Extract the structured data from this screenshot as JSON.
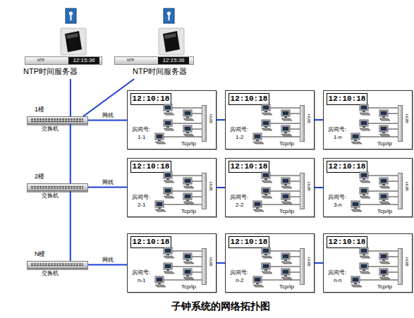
{
  "diagram": {
    "caption": "子钟系统的网络拓扑图",
    "nodes": [
      {
        "text": [
          "NTP",
          "12:15:36",
          "NTP时间服务器"
        ]
      },
      {
        "text": [
          "NTP",
          "12:15:36",
          "NTP时间服务器"
        ]
      },
      {
        "text": [
          "1楼",
          "交换机"
        ]
      },
      {
        "text": [
          "房间号:",
          "1-1",
          "Tcp/ip"
        ]
      },
      {
        "text": [
          "12:10:18"
        ],
        "in": 3
      },
      {
        "text": [
          "HUB"
        ],
        "in": 3
      },
      {
        "text": [
          "房间号:",
          "1-2",
          "Tcp/ip"
        ]
      },
      {
        "text": [
          "12:10:18"
        ],
        "in": 6
      },
      {
        "text": [
          "HUB"
        ],
        "in": 6
      },
      {
        "text": [
          "房间号:",
          "1-n",
          "Tcp/ip"
        ]
      },
      {
        "text": [
          "12:10:18"
        ],
        "in": 9
      },
      {
        "text": [
          "HUB"
        ],
        "in": 9
      },
      {
        "text": [
          "2楼",
          "交换机"
        ]
      },
      {
        "text": [
          "房间号:",
          "2-1",
          "Tcp/ip"
        ]
      },
      {
        "text": [
          "12:10:18"
        ],
        "in": 13
      },
      {
        "text": [
          "HUB"
        ],
        "in": 13
      },
      {
        "text": [
          "房间号:",
          "2-2",
          "Tcp/ip"
        ]
      },
      {
        "text": [
          "12:10:18"
        ],
        "in": 16
      },
      {
        "text": [
          "HUB"
        ],
        "in": 16
      },
      {
        "text": [
          "房间号:",
          "3-n",
          "Tcp/ip"
        ]
      },
      {
        "text": [
          "12:10:18"
        ],
        "in": 19
      },
      {
        "text": [
          "HUB"
        ],
        "in": 19
      },
      {
        "text": [
          "N楼",
          "交换机"
        ]
      },
      {
        "text": [
          "房间号:",
          "n-1",
          "Tcp/ip"
        ]
      },
      {
        "text": [
          "12:10:18"
        ],
        "in": 23
      },
      {
        "text": [
          "HUB"
        ],
        "in": 23
      },
      {
        "text": [
          "房间号:",
          "n-2",
          "Tcp/ip"
        ]
      },
      {
        "text": [
          "12:10:18"
        ],
        "in": 26
      },
      {
        "text": [
          "HUB"
        ],
        "in": 26
      },
      {
        "text": [
          "房间号:",
          "n-n",
          "Tcp/ip"
        ]
      },
      {
        "text": [
          "12:10:18"
        ],
        "in": 29
      },
      {
        "text": [
          "HUB"
        ],
        "in": 29
      }
    ],
    "edges": [
      {
        "from": 0,
        "to": 2,
        "arrow": "none"
      },
      {
        "from": 1,
        "to": 2,
        "arrow": "none"
      },
      {
        "from": 2,
        "to": 12,
        "arrow": "none"
      },
      {
        "from": 12,
        "to": 22,
        "arrow": "none"
      },
      {
        "from": 2,
        "to": 3,
        "label": "网线",
        "arrow": "none"
      },
      {
        "from": 3,
        "to": 6,
        "arrow": "none"
      },
      {
        "from": 6,
        "to": 9,
        "arrow": "none"
      },
      {
        "from": 12,
        "to": 13,
        "label": "网线",
        "arrow": "none"
      },
      {
        "from": 13,
        "to": 16,
        "arrow": "none"
      },
      {
        "from": 16,
        "to": 19,
        "arrow": "none"
      },
      {
        "from": 22,
        "to": 23,
        "label": "网线",
        "arrow": "none"
      },
      {
        "from": 23,
        "to": 26,
        "arrow": "none"
      },
      {
        "from": 26,
        "to": 29,
        "arrow": "none"
      }
    ]
  }
}
